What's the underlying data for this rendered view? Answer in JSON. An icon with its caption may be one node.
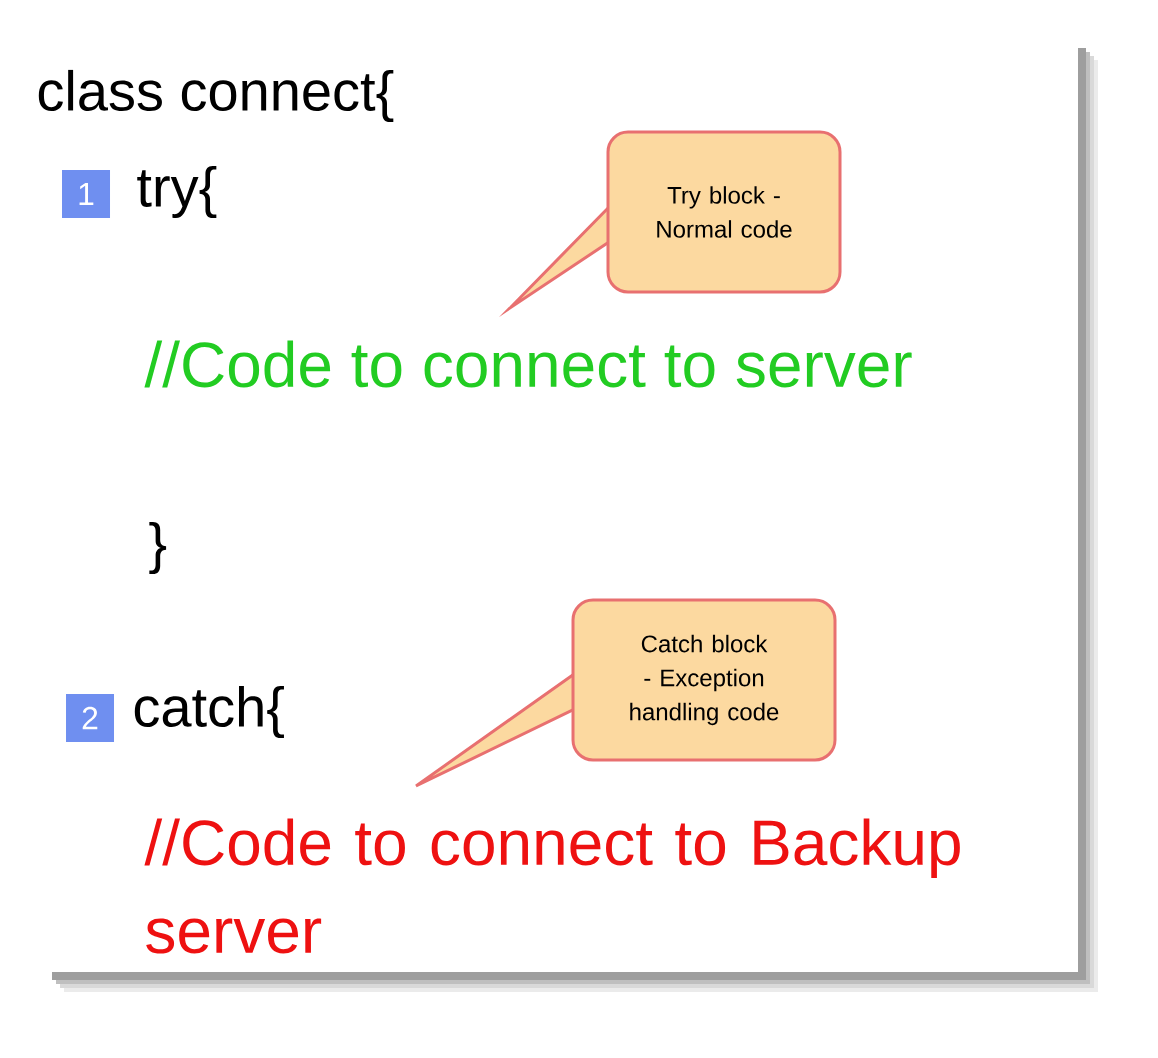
{
  "diagram": {
    "nodes": [
      {
        "text": [
          "Try block - Normal code"
        ]
      },
      {
        "text": [
          "Catch block - Exception handling code"
        ]
      }
    ],
    "labels": [
      "class connect{",
      "1",
      "try{",
      "//Code to connect to server",
      "}",
      "2",
      "catch{",
      "//Code to connect to Backup server"
    ]
  }
}
